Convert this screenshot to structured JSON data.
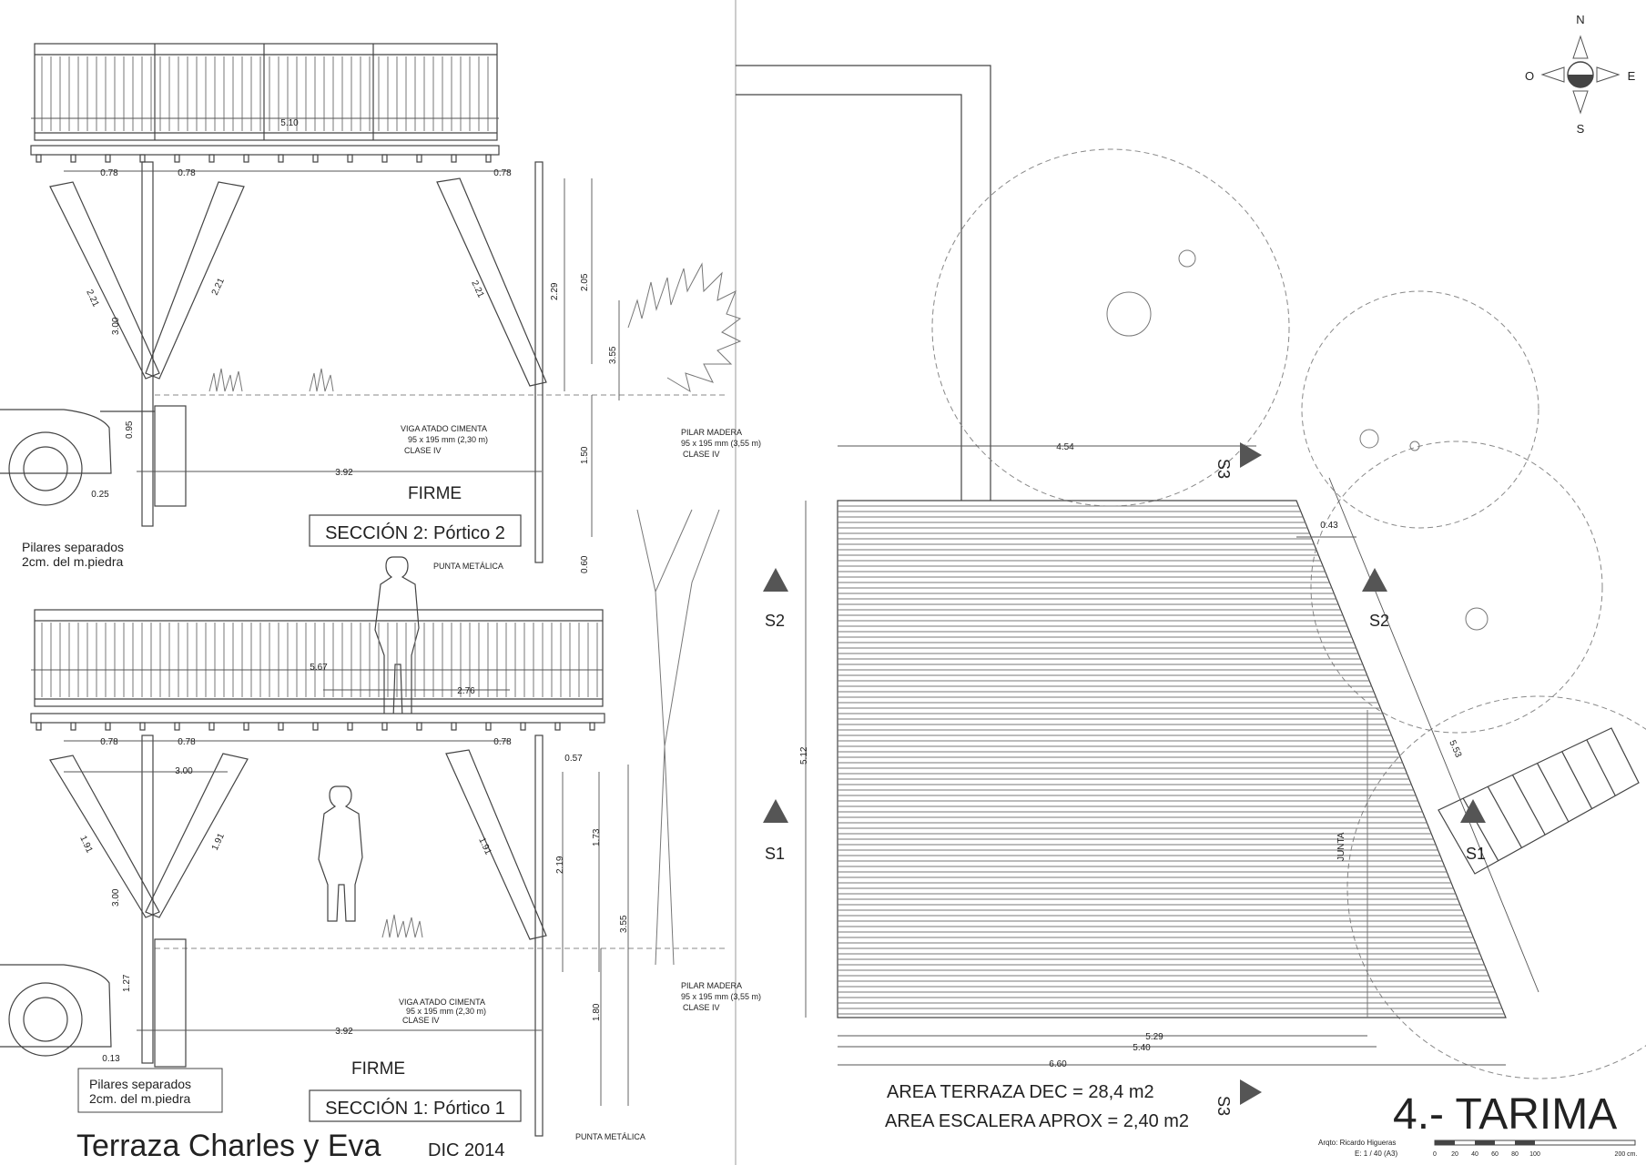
{
  "sheet": {
    "title": "Terraza Charles y Eva",
    "date": "DIC 2014",
    "sheet_title": "4.- TARIMA",
    "architect": "Arqto: Ricardo Higueras",
    "scale": "E: 1 / 40 (A3)",
    "scale_ticks": [
      "0",
      "20",
      "40",
      "60",
      "80",
      "100",
      "200 cm."
    ]
  },
  "compass": {
    "north": "N",
    "south": "S",
    "east": "E",
    "west": "O"
  },
  "section2": {
    "title": "SECCIÓN 2: Pórtico 2",
    "firme": "FIRME",
    "note_line1": "Pilares separados",
    "note_line2": "2cm. del m.piedra",
    "punta": "PUNTA METÁLICA",
    "viga_line1": "VIGA ATADO CIMENTA",
    "viga_line2": "95 x 195 mm (2,30 m)",
    "viga_line3": "CLASE IV",
    "pilar_line1": "PILAR MADERA",
    "pilar_line2": "95 x 195 mm (3,55 m)",
    "pilar_line3": "CLASE IV",
    "dims": {
      "top_width": "5.10",
      "a": "0.78",
      "b": "0.78",
      "c": "0.78",
      "diag1": "2.21",
      "diag2": "2.21",
      "diag3": "2.21",
      "post": "3.00",
      "h1": "2.29",
      "h2": "2.05",
      "h3": "3.55",
      "h4": "1.50",
      "h5": "0.60",
      "h6": "0.95",
      "base": "3.92",
      "foot": "0.25"
    }
  },
  "section1": {
    "title": "SECCIÓN 1: Pórtico 1",
    "firme": "FIRME",
    "note_line1": "Pilares separados",
    "note_line2": "2cm. del m.piedra",
    "punta": "PUNTA METÁLICA",
    "viga_line1": "VIGA ATADO CIMENTA",
    "viga_line2": "95 x 195 mm (2,30 m)",
    "viga_line3": "CLASE IV",
    "pilar_line1": "PILAR MADERA",
    "pilar_line2": "95 x 195 mm (3,55 m)",
    "pilar_line3": "CLASE IV",
    "dims": {
      "top_width": "5.67",
      "inner": "2.76",
      "a": "0.78",
      "b": "0.78",
      "c": "0.78",
      "span": "3.00",
      "d057": "0.57",
      "diag1": "1.91",
      "diag2": "1.91",
      "diag3": "1.91",
      "post": "3.00",
      "h1": "2.19",
      "h2": "1.73",
      "h3": "3.55",
      "h4": "1.80",
      "h5": "1.27",
      "base": "3.92",
      "foot": "0.13"
    }
  },
  "plan": {
    "d_top": "4.54",
    "d_left": "5.12",
    "d_043": "0.43",
    "d_553": "5.53",
    "d_529": "5.29",
    "d_540": "5.40",
    "d_660": "6.60",
    "junta": "JUNTA",
    "s1_left": "S1",
    "s1_right": "S1",
    "s2_left": "S2",
    "s2_right": "S2",
    "s3_top": "S3",
    "s3_bottom": "S3",
    "area_terraza": "AREA TERRAZA DEC = 28,4 m2",
    "area_escalera": "AREA ESCALERA APROX = 2,40 m2"
  }
}
